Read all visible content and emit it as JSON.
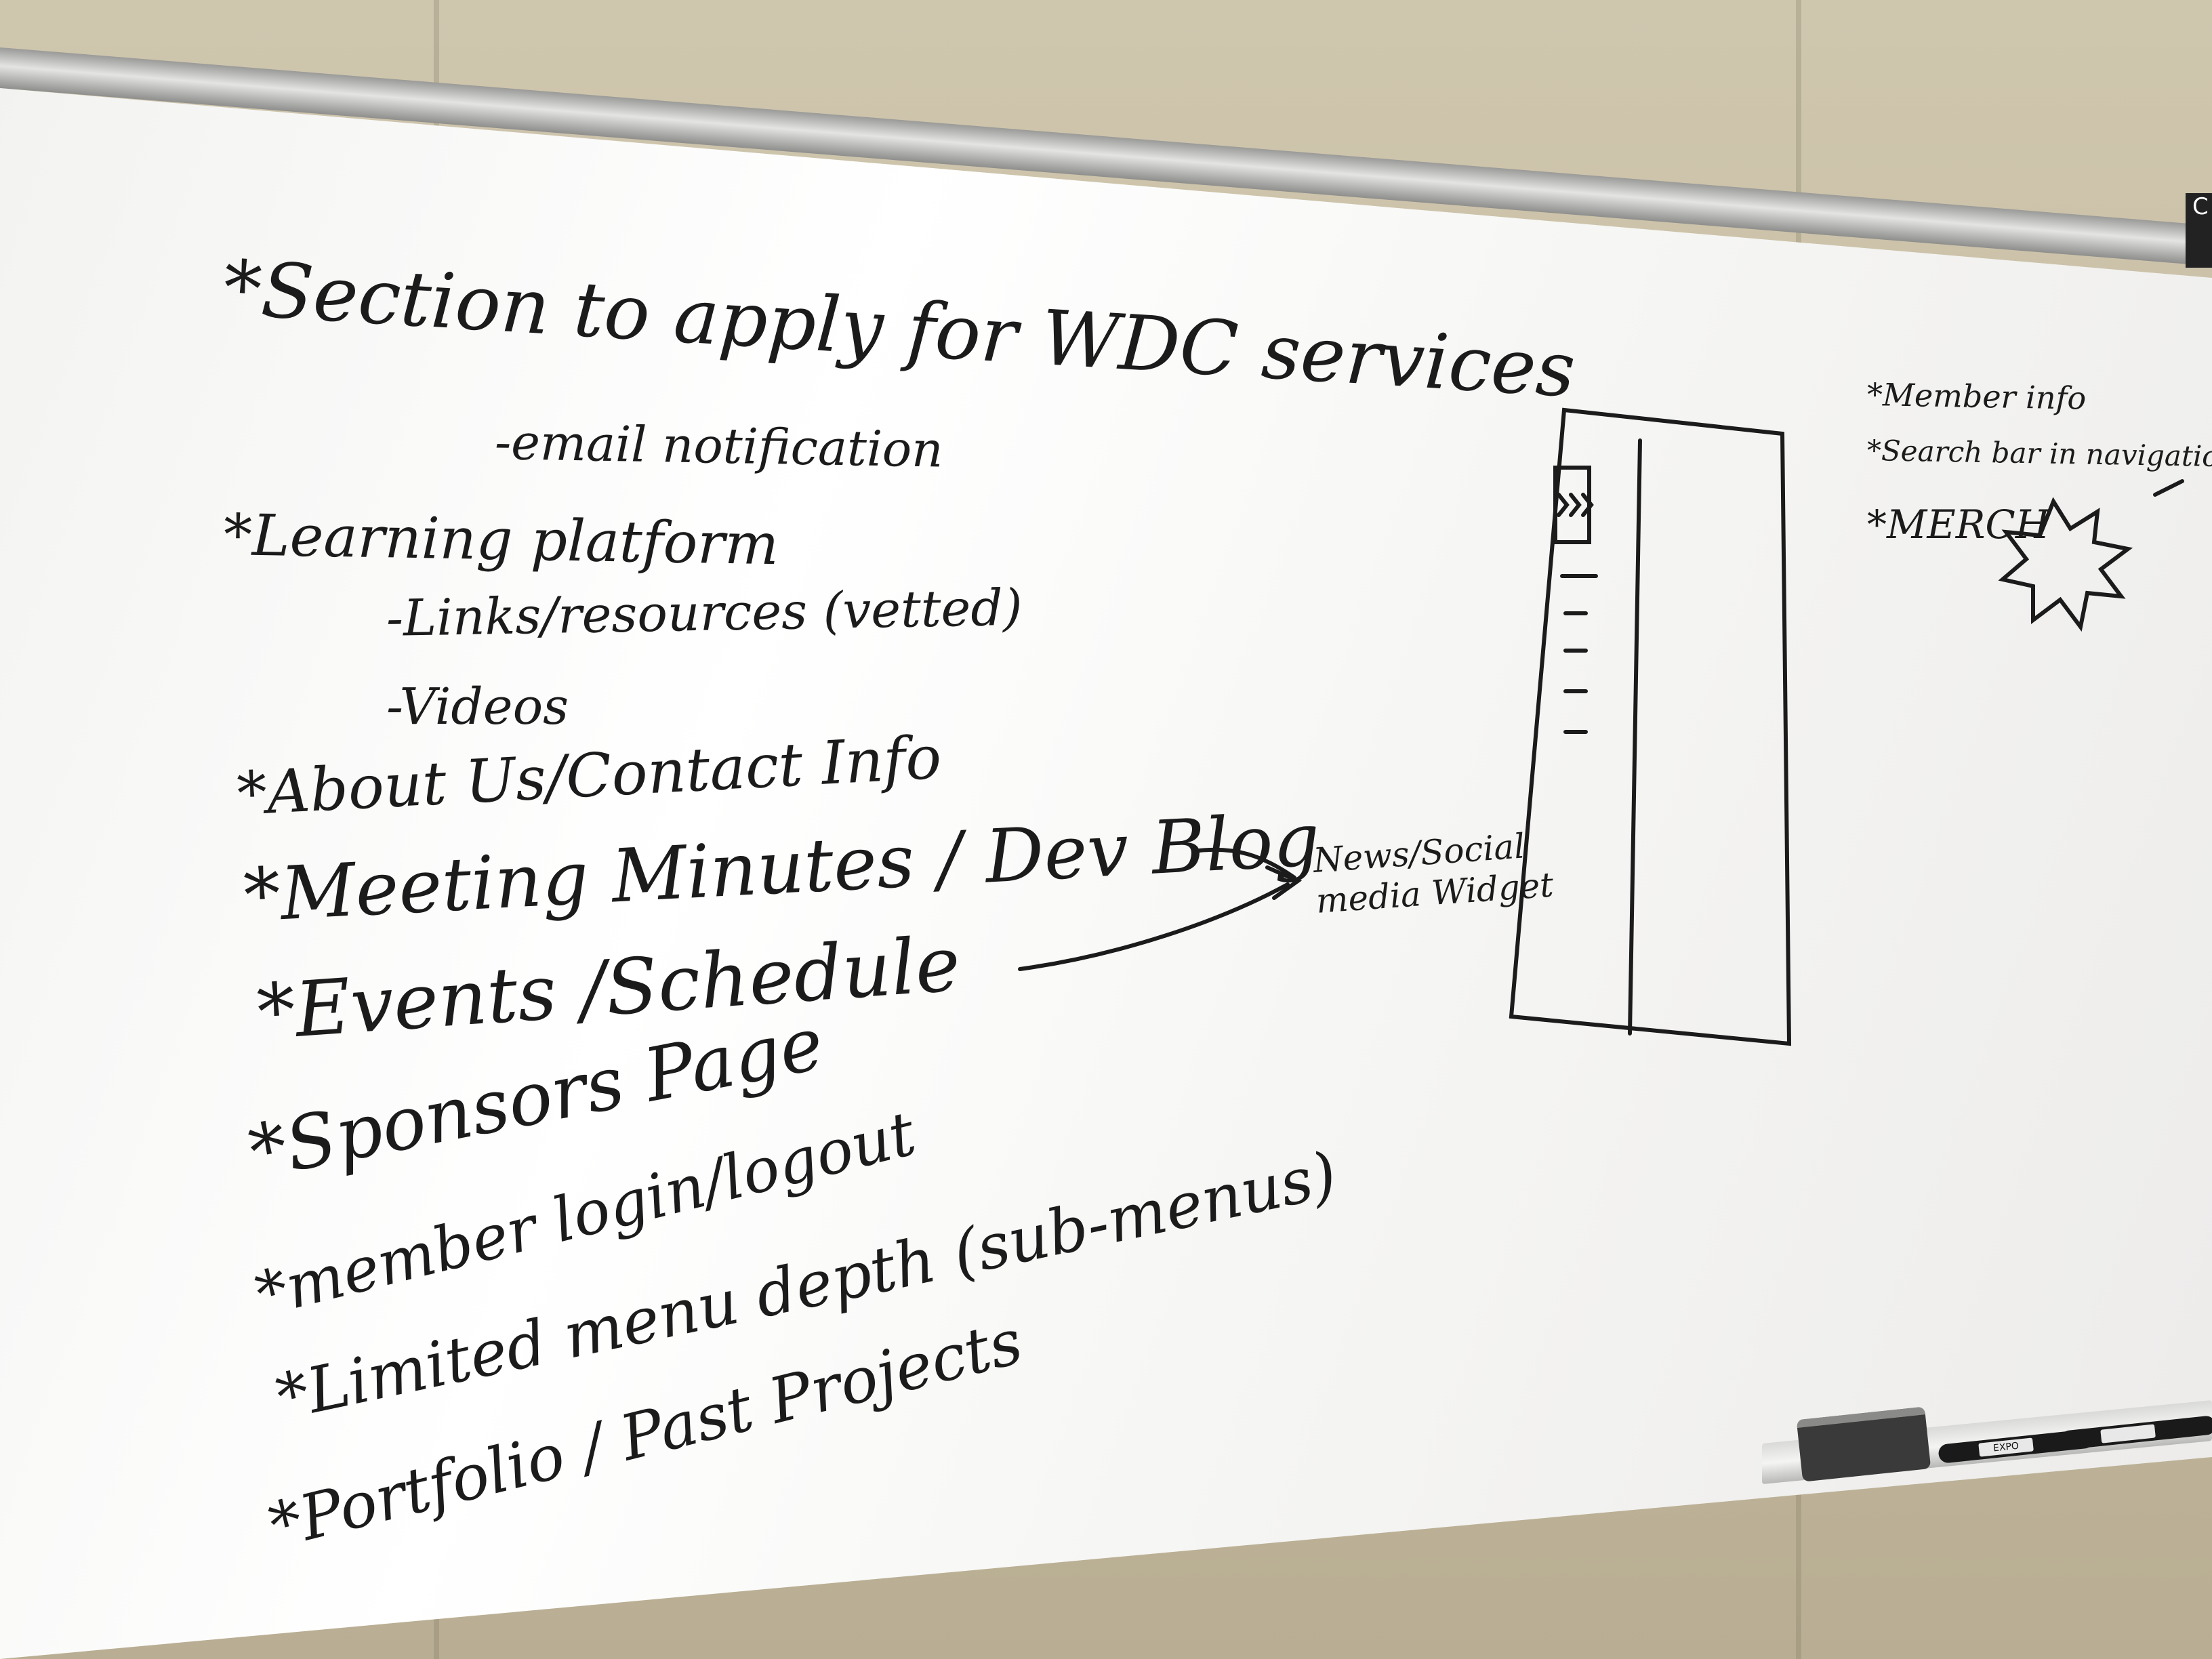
{
  "whiteboard": {
    "sign_letter": "C",
    "items": [
      {
        "bullet": "*",
        "text": "Section to apply for WDC services"
      },
      {
        "bullet": "",
        "text": "-email notification"
      },
      {
        "bullet": "*",
        "text": "Learning platform"
      },
      {
        "bullet": "",
        "text": "-Links/resources (vetted)"
      },
      {
        "bullet": "",
        "text": "-Videos"
      },
      {
        "bullet": "*",
        "text": "About Us/Contact Info"
      },
      {
        "bullet": "*",
        "text": "Meeting Minutes / Dev Blog"
      },
      {
        "bullet": "*",
        "text": "Events /Schedule"
      },
      {
        "bullet": "*",
        "text": "Sponsors Page"
      },
      {
        "bullet": "*",
        "text": "member login/logout"
      },
      {
        "bullet": "*",
        "text": "Limited menu depth (sub-menus)"
      },
      {
        "bullet": "*",
        "text": "Portfolio / Past Projects"
      }
    ],
    "widget_label_line1": "News/Social",
    "widget_label_line2": "media Widget",
    "side_notes": [
      "*Member info",
      "*Search bar in navigation",
      "*MERCH"
    ],
    "marker_brand": "EXPO"
  },
  "colors": {
    "ink": "#1b1b1b",
    "board": "#f6f6f4",
    "wall": "#c9bfa8"
  }
}
